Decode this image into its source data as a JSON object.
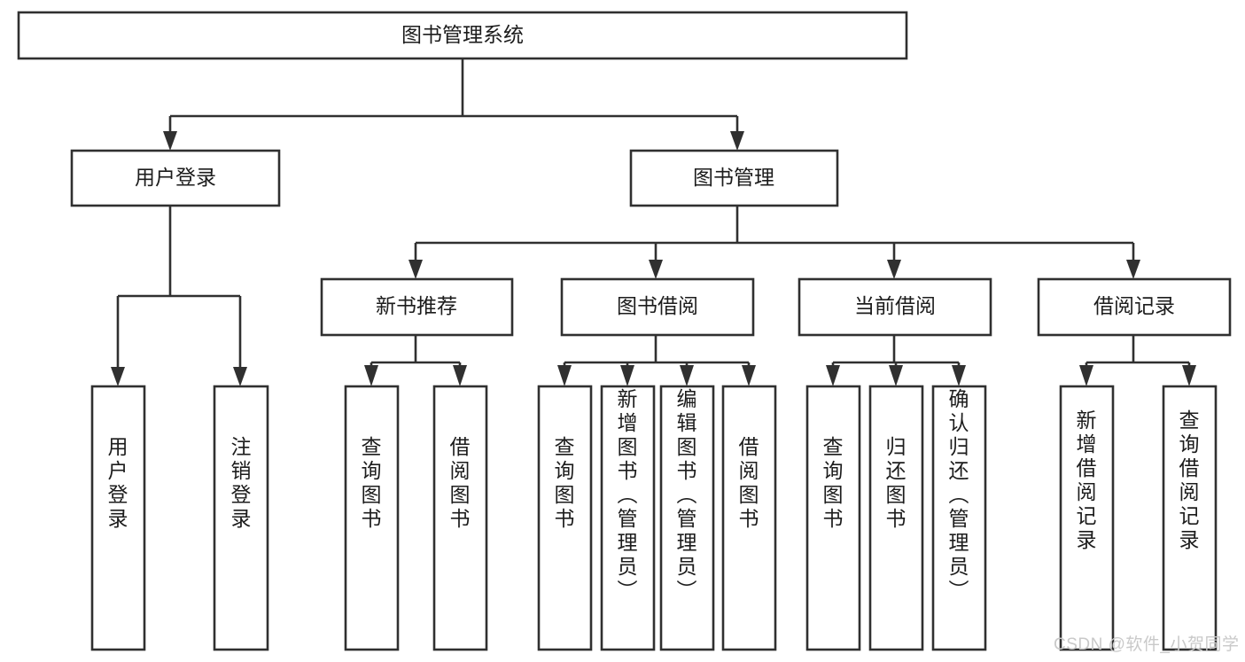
{
  "diagram": {
    "type": "tree-hierarchy-chart",
    "title": "图书管理系统",
    "background_color": "#ffffff",
    "line_color": "#303030",
    "text_color": "#1c1c1c",
    "root": {
      "id": "root",
      "label": "图书管理系统"
    },
    "level2": [
      {
        "id": "user-login",
        "label": "用户登录"
      },
      {
        "id": "book-manage",
        "label": "图书管理"
      }
    ],
    "level3": [
      {
        "id": "new-book-recommend",
        "label": "新书推荐",
        "parent": "book-manage"
      },
      {
        "id": "book-borrow",
        "label": "图书借阅",
        "parent": "book-manage"
      },
      {
        "id": "current-borrow",
        "label": "当前借阅",
        "parent": "book-manage"
      },
      {
        "id": "borrow-record",
        "label": "借阅记录",
        "parent": "book-manage"
      }
    ],
    "leaves": [
      {
        "id": "leaf-user-login",
        "label": "用户登录",
        "parent": "user-login"
      },
      {
        "id": "leaf-logout",
        "label": "注销登录",
        "parent": "user-login"
      },
      {
        "id": "leaf-query-book-1",
        "label": "查询图书",
        "parent": "new-book-recommend"
      },
      {
        "id": "leaf-borrow-book-1",
        "label": "借阅图书",
        "parent": "new-book-recommend"
      },
      {
        "id": "leaf-query-book-2",
        "label": "查询图书",
        "parent": "book-borrow"
      },
      {
        "id": "leaf-add-book",
        "label": "新增图书（管理员）",
        "parent": "book-borrow"
      },
      {
        "id": "leaf-edit-book",
        "label": "编辑图书（管理员）",
        "parent": "book-borrow"
      },
      {
        "id": "leaf-borrow-book-2",
        "label": "借阅图书",
        "parent": "book-borrow"
      },
      {
        "id": "leaf-query-book-3",
        "label": "查询图书",
        "parent": "current-borrow"
      },
      {
        "id": "leaf-return-book",
        "label": "归还图书",
        "parent": "current-borrow"
      },
      {
        "id": "leaf-confirm-return",
        "label": "确认归还（管理员）",
        "parent": "current-borrow"
      },
      {
        "id": "leaf-add-record",
        "label": "新增借阅记录",
        "parent": "borrow-record"
      },
      {
        "id": "leaf-query-record",
        "label": "查询借阅记录",
        "parent": "borrow-record"
      }
    ]
  },
  "watermark": {
    "text": "CSDN @软件_小贺同学",
    "color": "#c9c9c9"
  }
}
